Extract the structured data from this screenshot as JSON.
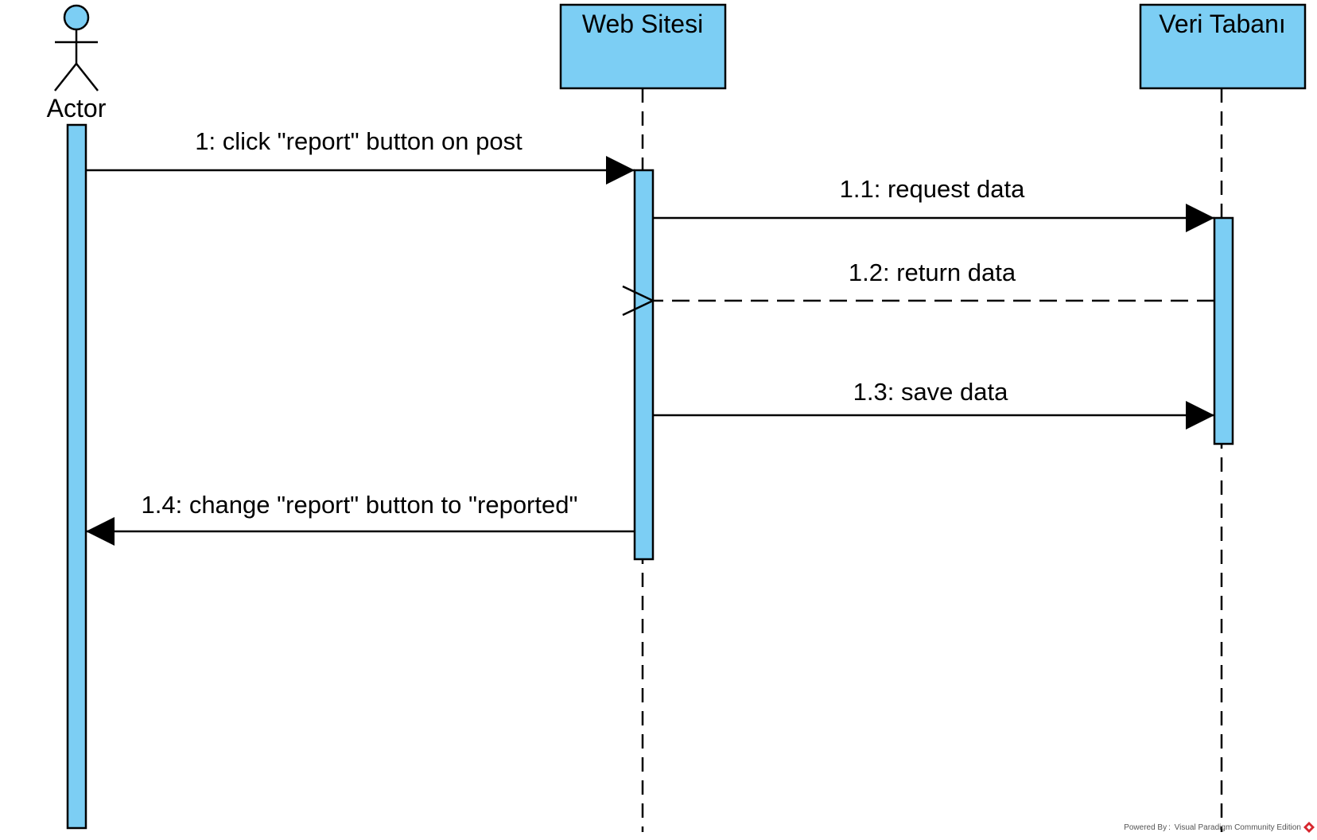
{
  "colors": {
    "fill": "#7ccef4",
    "stroke": "#000000",
    "background": "#ffffff",
    "logo": "#d7262e"
  },
  "actor": {
    "label": "Actor"
  },
  "participants": [
    {
      "label": "Web Sitesi"
    },
    {
      "label": "Veri Tabanı"
    }
  ],
  "messages": [
    {
      "label": "1: click \"report\" button on post",
      "kind": "sync"
    },
    {
      "label": "1.1: request data",
      "kind": "sync"
    },
    {
      "label": "1.2: return data",
      "kind": "return"
    },
    {
      "label": "1.3: save data",
      "kind": "sync"
    },
    {
      "label": "1.4: change \"report\" button to \"reported\"",
      "kind": "sync"
    }
  ],
  "footer": {
    "text": "Powered By :  Visual Paradigm Community Edition",
    "logo_icon": "visual-paradigm-logo-icon"
  }
}
